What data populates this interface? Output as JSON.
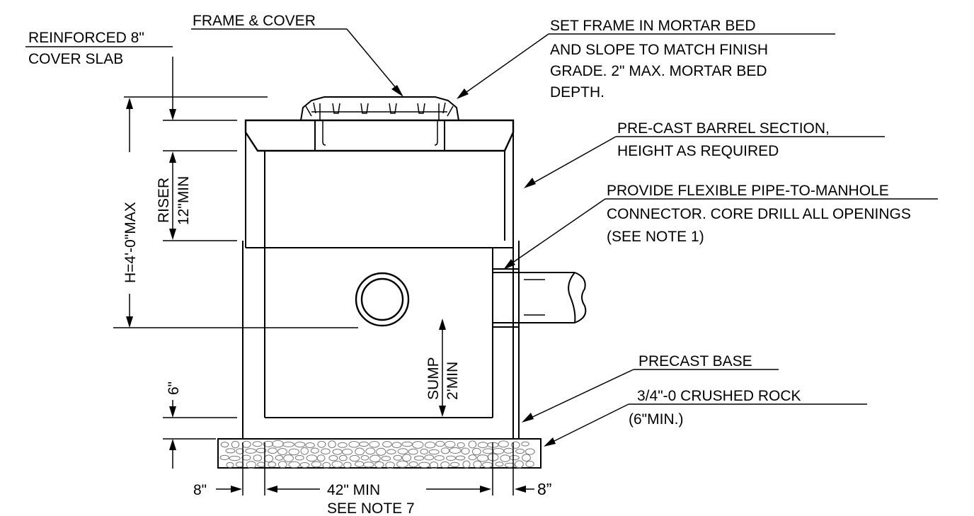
{
  "notes": {
    "cover_slab_line1": "REINFORCED 8\"",
    "cover_slab_line2": "COVER SLAB",
    "frame_cover": "FRAME & COVER",
    "mortar_line1": "SET FRAME IN MORTAR BED",
    "mortar_line2": "AND SLOPE TO MATCH FINISH",
    "mortar_line3": "GRADE. 2\" MAX. MORTAR BED",
    "mortar_line4": "DEPTH.",
    "barrel_line1": "PRE-CAST BARREL SECTION,",
    "barrel_line2": "HEIGHT AS REQUIRED",
    "connector_line1": "PROVIDE FLEXIBLE PIPE-TO-MANHOLE",
    "connector_line2": "CONNECTOR. CORE DRILL ALL OPENINGS",
    "connector_line3": "(SEE NOTE 1)",
    "base": "PRECAST BASE",
    "rock_line1": "3/4\"-0 CRUSHED ROCK",
    "rock_line2": "(6\"MIN.)"
  },
  "dimensions": {
    "height": "H=4'-0\"MAX",
    "riser_label": "RISER",
    "riser_value": "12\"MIN",
    "sump_label": "SUMP",
    "sump_value": "2'MIN",
    "base_thickness": "6\"",
    "wall_left": "8\"",
    "inside_width": "42\" MIN",
    "wall_right": "8”",
    "see_note": "SEE NOTE 7"
  }
}
